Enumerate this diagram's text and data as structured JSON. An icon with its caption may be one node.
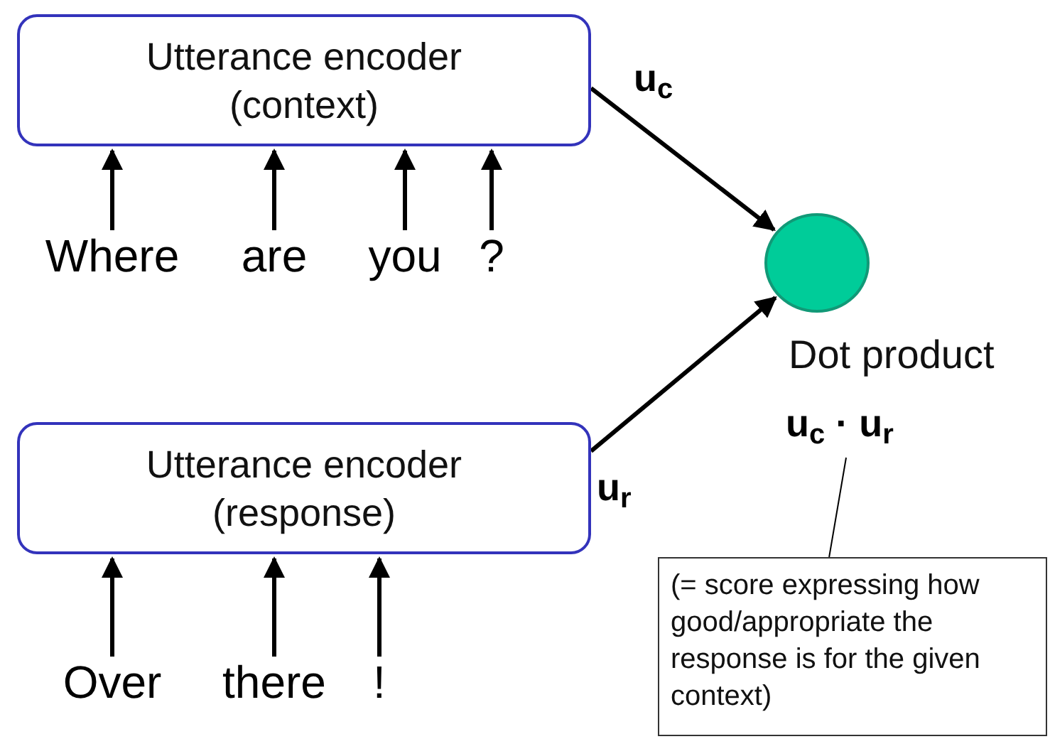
{
  "diagram": {
    "nodes": [
      {
        "text": [
          "Utterance encoder (context)"
        ]
      },
      {
        "text": [
          "Where"
        ]
      },
      {
        "text": [
          "are"
        ]
      },
      {
        "text": [
          "you"
        ]
      },
      {
        "text": [
          "?"
        ]
      },
      {
        "text": [],
        "shape": "circle",
        "beside": [
          "Dot product"
        ]
      },
      {
        "text": [
          "u$_{c}$ · u$_{r}$"
        ]
      },
      {
        "text": [
          "Utterance encoder (response)"
        ]
      },
      {
        "text": [
          "(= score expressing how good/appropriate the response is for the given context)"
        ]
      },
      {
        "text": [
          "Over"
        ]
      },
      {
        "text": [
          "there"
        ]
      },
      {
        "text": [
          "!"
        ]
      }
    ],
    "edges": [
      {
        "from": 1,
        "to": 0,
        "arrow": "to"
      },
      {
        "from": 2,
        "to": 0,
        "arrow": "to"
      },
      {
        "from": 3,
        "to": 0,
        "arrow": "to"
      },
      {
        "from": 4,
        "to": 0,
        "arrow": "to"
      },
      {
        "from": 0,
        "to": 5,
        "arrow": "to",
        "label": "u$_{c}$"
      },
      {
        "from": 7,
        "to": 5,
        "arrow": "to",
        "label": "u$_{r}$"
      },
      {
        "from": 8,
        "to": 6,
        "arrow": "none"
      },
      {
        "from": 9,
        "to": 7,
        "arrow": "to"
      },
      {
        "from": 10,
        "to": 7,
        "arrow": "to"
      },
      {
        "from": 11,
        "to": 7,
        "arrow": "to"
      }
    ]
  }
}
